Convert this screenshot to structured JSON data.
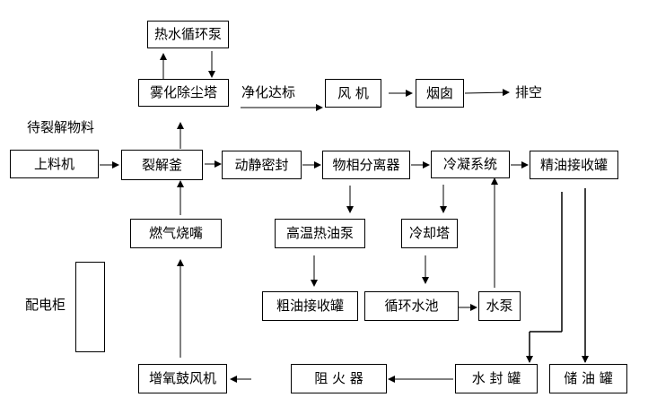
{
  "boxes": {
    "hot_water_pump": "热水循环泵",
    "spray_dust_tower": "雾化除尘塔",
    "fan": "风 机",
    "chimney": "烟囱",
    "feeder": "上料机",
    "pyrolysis_kettle": "裂解釜",
    "dynamic_seal": "动静密封",
    "phase_separator": "物相分离器",
    "condensing_system": "冷凝系统",
    "fine_oil_tank": "精油接收罐",
    "gas_burner": "燃气烧嘴",
    "hot_oil_pump": "高温热油泵",
    "cooling_tower": "冷却塔",
    "crude_oil_tank": "粗油接收罐",
    "circulating_pool": "循环水池",
    "water_pump": "水泵",
    "distribution_cabinet": "",
    "oxygen_blower": "增氧鼓风机",
    "flame_arrester": "阻 火 器",
    "water_seal_tank": "水 封 罐",
    "oil_storage_tank": "储 油 罐"
  },
  "labels": {
    "purified": "净化达标",
    "exhaust": "排空",
    "material": "待裂解物料",
    "cabinet": "配电柜"
  }
}
